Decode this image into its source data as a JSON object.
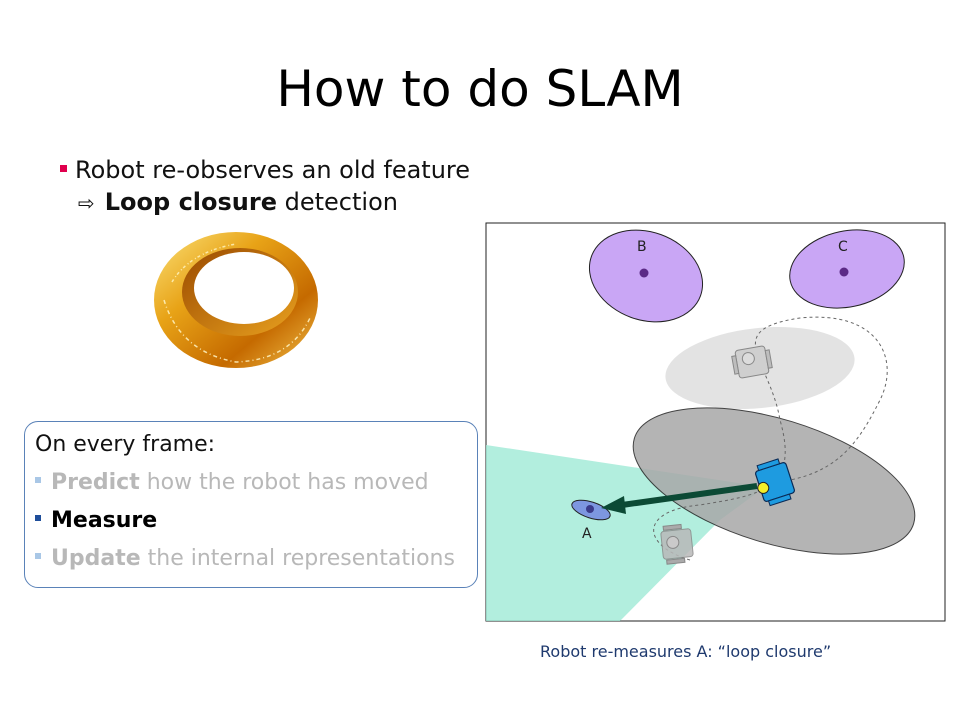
{
  "slide": {
    "title": "How to do SLAM",
    "bullet": "Robot re-observes an old feature",
    "sub_bullet_bold": "Loop closure",
    "sub_bullet_rest": " detection"
  },
  "frame_box": {
    "header": "On every frame:",
    "items": [
      {
        "bold": "Predict",
        "rest": " how the robot has moved",
        "state": "dim"
      },
      {
        "bold": "Measure",
        "rest": "",
        "state": "active"
      },
      {
        "bold": "Update",
        "rest": " the internal representations",
        "state": "dim"
      }
    ]
  },
  "diagram": {
    "features": [
      {
        "label": "B"
      },
      {
        "label": "C"
      },
      {
        "label": "A"
      }
    ],
    "caption": "Robot re-measures A: “loop closure”",
    "colors": {
      "feature_fill": "#c9a6f5",
      "feature_dot": "#5b2a86",
      "robot": "#1e9be0",
      "camera_fov": "#9fead6",
      "arrow": "#0c4a35",
      "old_uncertainty": "#d9d9d9",
      "current_uncertainty": "#a8a8a8",
      "box_border": "#4a6fb5"
    }
  },
  "icons": {
    "ring": "golden-ring-icon",
    "bullet": "red-square-bullet",
    "sub_bullet": "hollow-right-arrow"
  }
}
